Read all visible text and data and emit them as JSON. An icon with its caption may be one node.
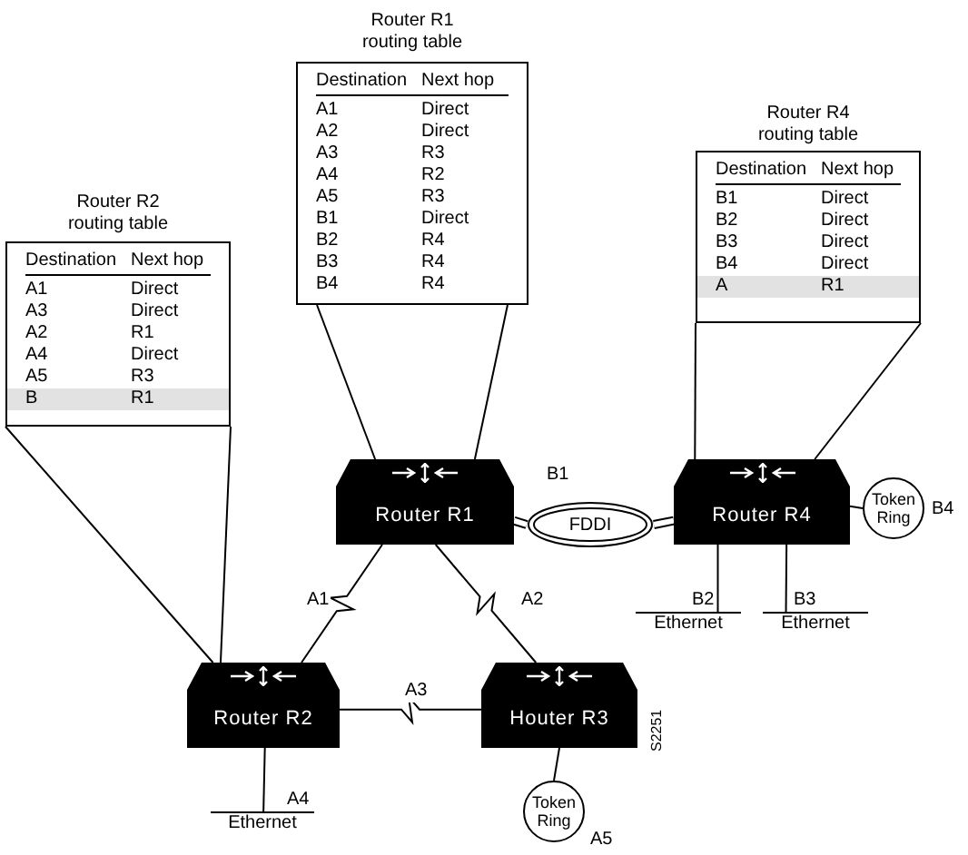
{
  "diagram": {
    "nodes": [
      {
        "text": [
          "Router R1 routing table",
          "Destination",
          "Next hop",
          "A1",
          "Direct",
          "A2",
          "Direct",
          "A3",
          "R3",
          "A4",
          "R2",
          "A5",
          "R3",
          "B1",
          "Direct",
          "B2",
          "R4",
          "B3",
          "R4",
          "B4",
          "R4"
        ]
      },
      {
        "text": [
          "Router R2 routing table",
          "Destination",
          "Next hop",
          "A1",
          "Direct",
          "A3",
          "Direct",
          "A2",
          "R1",
          "A4",
          "Direct",
          "A5",
          "R3",
          "B",
          "R1"
        ]
      },
      {
        "text": [
          "Router R4 routing table",
          "Destination",
          "Next hop",
          "B1",
          "Direct",
          "B2",
          "Direct",
          "B3",
          "Direct",
          "B4",
          "Direct",
          "A",
          "R1"
        ]
      },
      {
        "text": [
          "Router R1"
        ]
      },
      {
        "text": [
          "Router R2"
        ]
      },
      {
        "text": [
          "Houter R3"
        ]
      },
      {
        "text": [
          "Router R4"
        ]
      },
      {
        "text": [
          "FDDI"
        ],
        "beside": [
          "B1"
        ]
      },
      {
        "text": [
          "Token Ring"
        ],
        "beside": [
          "B4"
        ]
      },
      {
        "text": [
          "Token Ring"
        ],
        "beside": [
          "A5"
        ]
      },
      {
        "text": [
          "Ethernet"
        ],
        "beside": [
          "A4"
        ]
      },
      {
        "text": [
          "Ethernet"
        ],
        "beside": [
          "B2"
        ]
      },
      {
        "text": [
          "Ethernet"
        ],
        "beside": [
          "B3"
        ]
      }
    ],
    "edges": [
      {
        "from": 0,
        "to": 3,
        "arrow": "none"
      },
      {
        "from": 0,
        "to": 3,
        "arrow": "none"
      },
      {
        "from": 1,
        "to": 4,
        "arrow": "none"
      },
      {
        "from": 1,
        "to": 4,
        "arrow": "none"
      },
      {
        "from": 2,
        "to": 6,
        "arrow": "none"
      },
      {
        "from": 2,
        "to": 6,
        "arrow": "none"
      },
      {
        "from": 3,
        "to": 4,
        "arrow": "none",
        "label": "A1"
      },
      {
        "from": 3,
        "to": 5,
        "arrow": "none",
        "label": "A2"
      },
      {
        "from": 4,
        "to": 5,
        "arrow": "none",
        "label": "A3"
      },
      {
        "from": 3,
        "to": 7,
        "arrow": "none",
        "style": "thick"
      },
      {
        "from": 7,
        "to": 6,
        "arrow": "none",
        "style": "thick"
      },
      {
        "from": 6,
        "to": 8,
        "arrow": "none"
      },
      {
        "from": 6,
        "to": 11,
        "arrow": "none"
      },
      {
        "from": 6,
        "to": 12,
        "arrow": "none"
      },
      {
        "from": 4,
        "to": 10,
        "arrow": "none"
      },
      {
        "from": 5,
        "to": 9,
        "arrow": "none"
      }
    ],
    "labels": [
      "S2251"
    ]
  }
}
